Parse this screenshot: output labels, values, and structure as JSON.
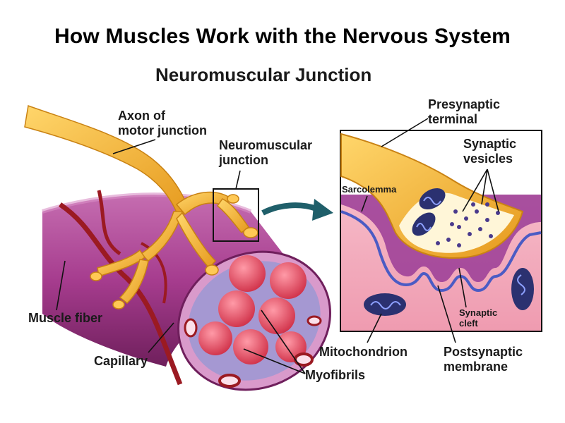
{
  "title": "How Muscles Work with the Nervous System",
  "diagram": {
    "subtitle": "Neuromuscular Junction",
    "labels": {
      "axon_line1": "Axon of",
      "axon_line2": "motor junction",
      "nmj_line1": "Neuromuscular",
      "nmj_line2": "junction",
      "presyn_line1": "Presynaptic",
      "presyn_line2": "terminal",
      "vesicles_line1": "Synaptic",
      "vesicles_line2": "vesicles",
      "sarcolemma": "Sarcolemma",
      "muscle_fiber": "Muscle fiber",
      "capillary": "Capillary",
      "myofibrils": "Myofibrils",
      "mitochondrion": "Mitochondrion",
      "postsyn_line1": "Postsynaptic",
      "postsyn_line2": "membrane",
      "cleft_line1": "Synaptic",
      "cleft_line2": "cleft"
    },
    "colors": {
      "muscle": "#a63c8e",
      "muscle_light": "#d99acb",
      "nerve": "#f5b534",
      "blood": "#9b1a22",
      "myofibril": "#e64a5e",
      "zoom_bg": "#f3a6b7",
      "arrow": "#1f5f6a"
    }
  }
}
